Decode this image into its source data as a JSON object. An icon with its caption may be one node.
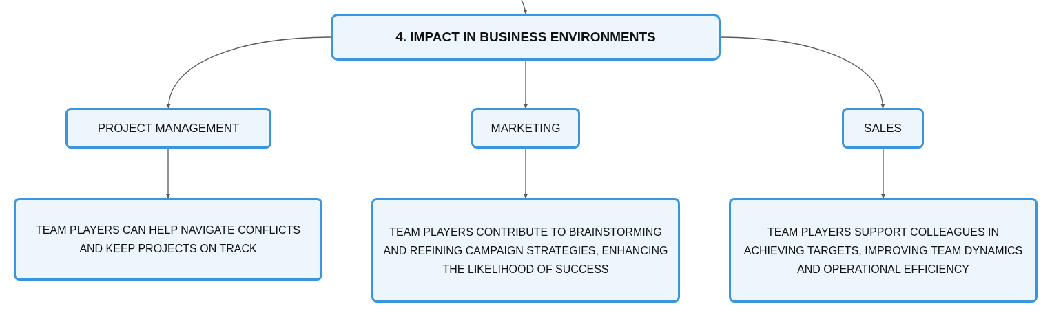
{
  "diagram": {
    "nodes": [
      {
        "text": [
          "4. IMPACT IN BUSINESS ENVIRONMENTS"
        ]
      },
      {
        "text": [
          "PROJECT MANAGEMENT"
        ]
      },
      {
        "text": [
          "MARKETING"
        ]
      },
      {
        "text": [
          "SALES"
        ]
      },
      {
        "text": [
          "TEAM PLAYERS CAN HELP NAVIGATE CONFLICTS AND KEEP PROJECTS ON TRACK"
        ]
      },
      {
        "text": [
          "TEAM PLAYERS CONTRIBUTE TO BRAINSTORMING AND REFINING CAMPAIGN STRATEGIES, ENHANCING THE LIKELIHOOD OF SUCCESS"
        ]
      },
      {
        "text": [
          "TEAM PLAYERS SUPPORT COLLEAGUES IN ACHIEVING TARGETS, IMPROVING TEAM DYNAMICS AND OPERATIONAL EFFICIENCY"
        ]
      }
    ],
    "edges": [
      {
        "from": null,
        "to": 0,
        "arrow": "to"
      },
      {
        "from": 0,
        "to": 1,
        "arrow": "to"
      },
      {
        "from": 0,
        "to": 2,
        "arrow": "to"
      },
      {
        "from": 0,
        "to": 3,
        "arrow": "to"
      },
      {
        "from": 1,
        "to": 4,
        "arrow": "to"
      },
      {
        "from": 2,
        "to": 5,
        "arrow": "to"
      },
      {
        "from": 3,
        "to": 6,
        "arrow": "to"
      }
    ]
  }
}
